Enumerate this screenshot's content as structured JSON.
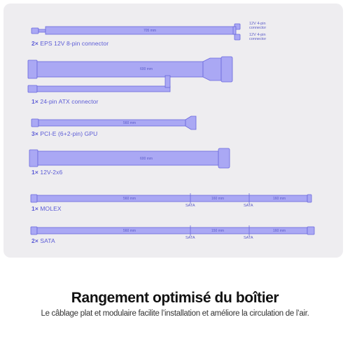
{
  "cables": [
    {
      "qty": "2×",
      "name": "EPS 12V 8-pin connector",
      "length": "705 mm",
      "notes": [
        {
          "line1": "12V 4-pin",
          "line2": "connector"
        },
        {
          "line1": "12V 4-pin",
          "line2": "connector"
        }
      ]
    },
    {
      "qty": "1×",
      "name": "24-pin ATX connector",
      "length": "600 mm"
    },
    {
      "qty": "3×",
      "name": "PCI-E (6+2-pin) GPU",
      "length": "560 mm"
    },
    {
      "qty": "1×",
      "name": "12V-2x6",
      "length": "600 mm"
    },
    {
      "qty": "1×",
      "name": "MOLEX",
      "lengths": [
        "560 mm",
        "160 mm",
        "160 mm"
      ],
      "taps": [
        "SATA",
        "SATA"
      ]
    },
    {
      "qty": "2×",
      "name": "SATA",
      "lengths": [
        "560 mm",
        "150 mm",
        "160 mm"
      ],
      "taps": [
        "SATA",
        "SATA"
      ]
    }
  ],
  "heading": "Rangement optimisé du boîtier",
  "subheading": "Le câblage plat et modulaire facilite l’installation et améliore la circulation de l’air.",
  "colors": {
    "cable_fill": "#aaa8f4",
    "cable_stroke": "#6a68dd",
    "label": "#5b5bd6",
    "panel": "#eeedf0"
  }
}
